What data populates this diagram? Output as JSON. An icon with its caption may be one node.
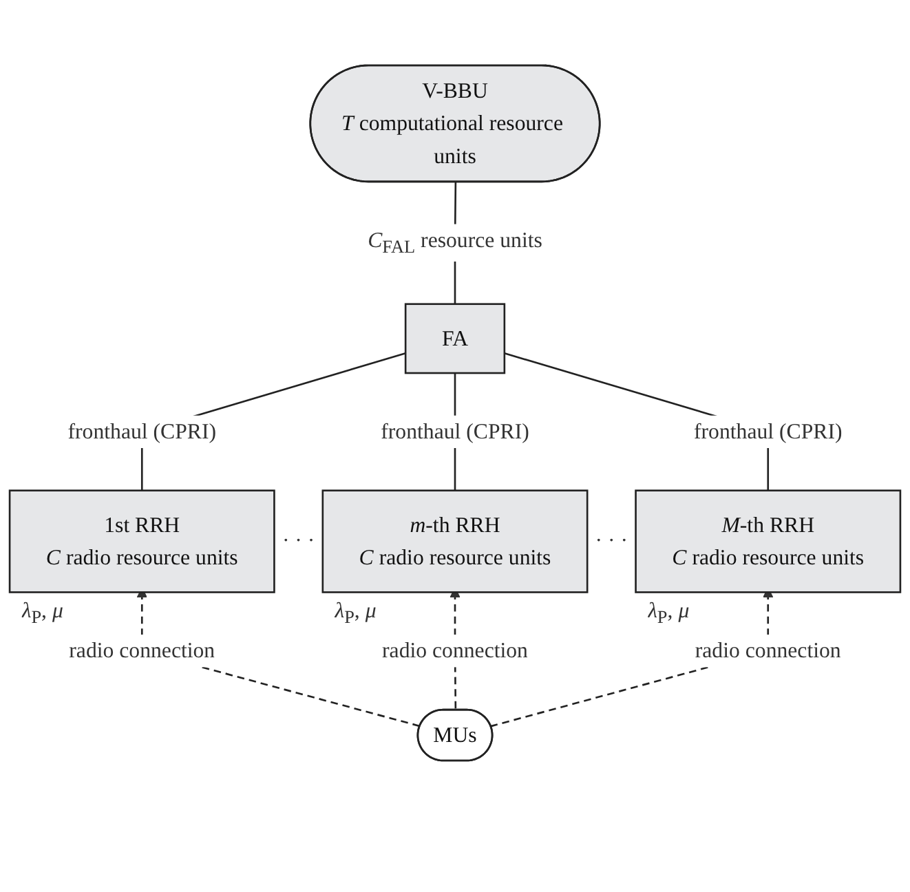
{
  "diagram": {
    "nodes": [
      {
        "text": [
          "V-BBU",
          "*T* computational resource units"
        ]
      },
      {
        "text": [
          "FA"
        ]
      },
      {
        "text": [
          "1st RRH",
          "*C* radio resource units"
        ],
        "beside": [
          "*λ*$_{P}$, *μ*"
        ]
      },
      {
        "text": [
          "*m*-th RRH",
          "*C* radio resource units"
        ],
        "beside": [
          "*λ*$_{P}$, *μ*"
        ]
      },
      {
        "text": [
          "*M*-th RRH",
          "*C* radio resource units"
        ],
        "beside": [
          "*λ*$_{P}$, *μ*"
        ]
      },
      {
        "text": [
          "MUs"
        ]
      }
    ],
    "edges": [
      {
        "from": 0,
        "to": 1,
        "arrow": "none",
        "label": "*C*$_{FAL}$ resource units"
      },
      {
        "from": 1,
        "to": 2,
        "arrow": "none",
        "label": "fronthaul (CPRI)"
      },
      {
        "from": 1,
        "to": 3,
        "arrow": "none",
        "label": "fronthaul (CPRI)"
      },
      {
        "from": 1,
        "to": 4,
        "arrow": "none",
        "label": "fronthaul (CPRI)"
      },
      {
        "from": 5,
        "to": 2,
        "arrow": "to",
        "label": "radio connection",
        "style": "dashed"
      },
      {
        "from": 5,
        "to": 3,
        "arrow": "to",
        "label": "radio connection",
        "style": "dashed"
      },
      {
        "from": 5,
        "to": 4,
        "arrow": "to",
        "label": "radio connection",
        "style": "dashed"
      }
    ],
    "labels": [
      "· · ·",
      "· · ·"
    ]
  }
}
